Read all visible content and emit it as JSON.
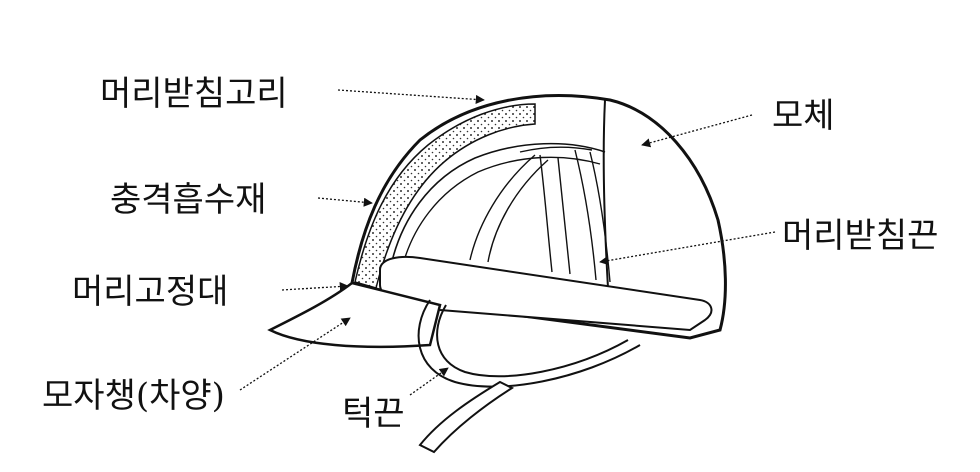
{
  "labels": {
    "head_support_ring": "머리받침고리",
    "shock_absorber": "충격흡수재",
    "headband": "머리고정대",
    "brim": "모자챙(차양)",
    "shell": "모체",
    "head_support_strap": "머리받침끈",
    "chin_strap": "턱끈"
  }
}
